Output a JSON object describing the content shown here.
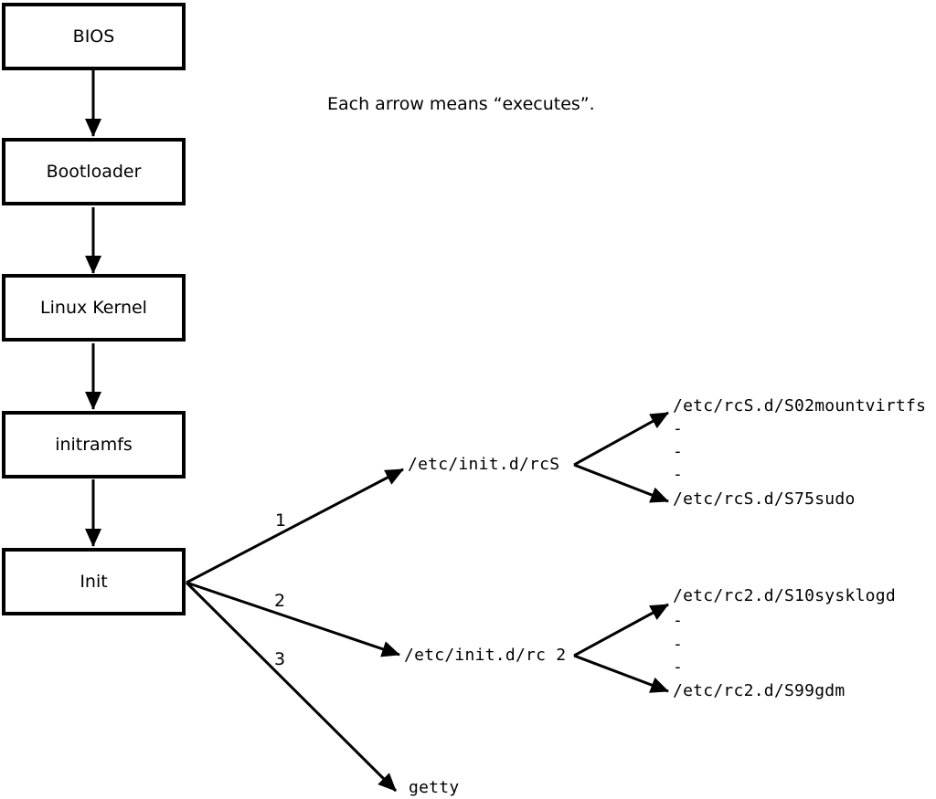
{
  "annotation": "Each arrow means “executes”.",
  "colors": {
    "background": "#ffffff",
    "line": "#000000",
    "box_fill": "#ffffff",
    "text": "#000000"
  },
  "boot_chain": [
    {
      "label": "BIOS"
    },
    {
      "label": "Bootloader"
    },
    {
      "label": "Linux Kernel"
    },
    {
      "label": "initramfs"
    },
    {
      "label": "Init"
    }
  ],
  "init_targets": [
    {
      "order": "1",
      "label": "/etc/init.d/rcS"
    },
    {
      "order": "2",
      "label": "/etc/init.d/rc 2"
    },
    {
      "order": "3",
      "label": "getty"
    }
  ],
  "script_groups": [
    {
      "parent": "/etc/init.d/rcS",
      "first": "/etc/rcS.d/S02mountvirtfs",
      "dashes": [
        "-",
        "-",
        "-"
      ],
      "last": "/etc/rcS.d/S75sudo"
    },
    {
      "parent": "/etc/init.d/rc 2",
      "first": "/etc/rc2.d/S10sysklogd",
      "dashes": [
        "-",
        "-",
        "-"
      ],
      "last": "/etc/rc2.d/S99gdm"
    }
  ]
}
